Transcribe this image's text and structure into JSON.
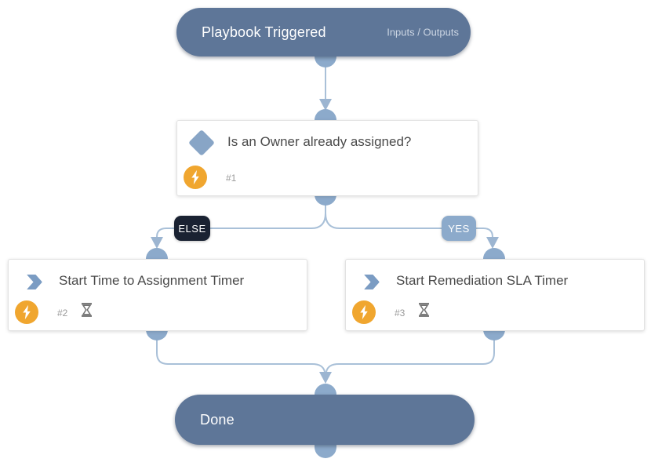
{
  "diagram": {
    "colors": {
      "pill_bg": "#5e7698",
      "connector_line": "#a9c0d8",
      "connector_port": "#8caacb",
      "arrowhead": "#9cb5d1",
      "else_badge_bg": "#1a2232",
      "yes_badge_bg": "#8caacb",
      "action_icon_bg": "#f0a62f",
      "decision_diamond": "#88a5c6",
      "action_chevron": "#7b9cc3",
      "card_title_text": "#4a4a4a",
      "muted_text": "#9a9a9a"
    },
    "nodes": {
      "start": {
        "title": "Playbook Triggered",
        "link": "Inputs / Outputs"
      },
      "decision": {
        "title": "Is an Owner already assigned?",
        "index": "#1"
      },
      "action_left": {
        "title": "Start Time to Assignment Timer",
        "index": "#2"
      },
      "action_right": {
        "title": "Start Remediation SLA Timer",
        "index": "#3"
      },
      "end": {
        "title": "Done"
      }
    },
    "edges": {
      "else_label": "ELSE",
      "yes_label": "YES"
    }
  }
}
